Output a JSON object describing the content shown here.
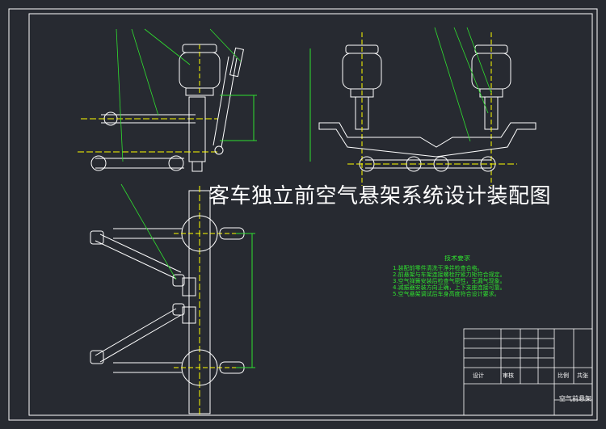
{
  "drawing": {
    "title": "客车独立前空气悬架系统设计装配图"
  },
  "technical_requirements": {
    "title": "技术要求",
    "items": [
      "1.装配前零件清洗干净并检查合格。",
      "2.前悬架与车架连接螺栓拧紧力矩符合规定。",
      "3.空气弹簧安装后检查气密性，无漏气现象。",
      "4.减振器安装方向正确，上下支座连接可靠。",
      "5.空气悬架调试后车身高度符合设计要求。"
    ]
  },
  "title_block": {
    "drawing_name": "空气前悬架",
    "designer_label": "设计",
    "review_label": "审核",
    "scale_label": "比例",
    "sheet_label": "共张"
  },
  "colors": {
    "background": "#272a31",
    "outline": "#ffffff",
    "centerline": "#ffff00",
    "dimension": "#2fe02f",
    "leader": "#2fe02f",
    "hatch": "#ff00ff"
  }
}
